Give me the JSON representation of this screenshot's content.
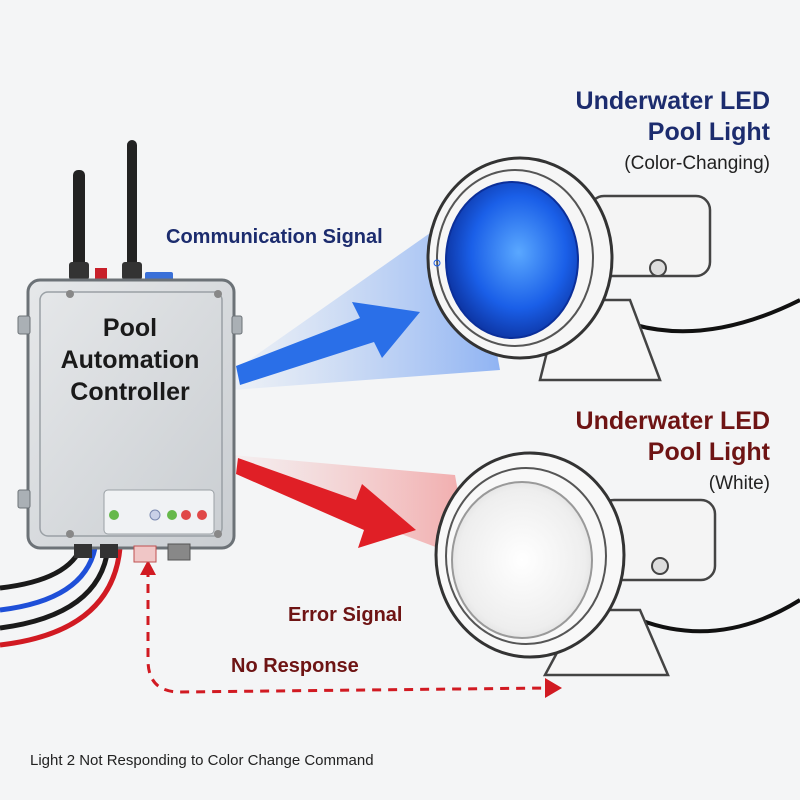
{
  "controller": {
    "label_line1": "Pool",
    "label_line2": "Automation",
    "label_line3": "Controller"
  },
  "light1": {
    "title_line1": "Underwater LED",
    "title_line2": "Pool Light",
    "subtitle": "(Color-Changing)",
    "lens_color": "#1a5fe8"
  },
  "light2": {
    "title_line1": "Underwater LED",
    "title_line2": "Pool Light",
    "subtitle": "(White)",
    "lens_color": "#f2f2f2"
  },
  "signals": {
    "communication": "Communication Signal",
    "error": "Error Signal",
    "no_response": "No Response"
  },
  "caption": "Light 2 Not Responding to Color Change Command",
  "colors": {
    "signal_blue": "#2a6fe8",
    "signal_red": "#e01f26",
    "title_blue": "#1c2c6e",
    "title_red": "#6e1414"
  }
}
